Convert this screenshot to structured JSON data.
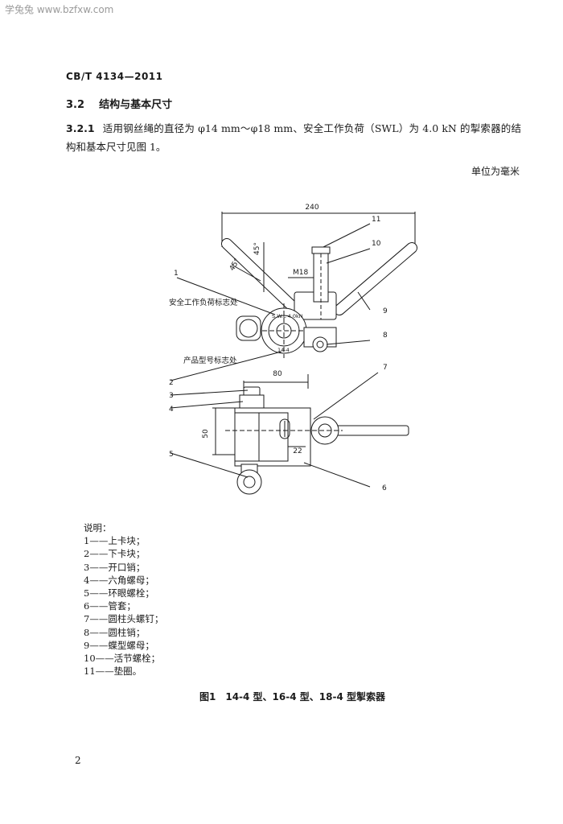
{
  "watermark": "学兔兔 www.bzfxw.com",
  "header": {
    "standard_number": "CB/T 4134—2011"
  },
  "section": {
    "number": "3.2",
    "title": "结构与基本尺寸"
  },
  "paragraph": {
    "number": "3.2.1",
    "text": "适用钢丝绳的直径为 φ14 mm～φ18 mm、安全工作负荷（SWL）为 4.0 kN 的掣索器的结构和基本尺寸见图 1。"
  },
  "unit_note": "单位为毫米",
  "figure": {
    "dimensions": {
      "overall_width": "240",
      "upper_width": "80",
      "height": "50",
      "bottom_offset": "22",
      "thread": "M18",
      "angle_a": "45°",
      "angle_b": "45°"
    },
    "callouts": [
      "1",
      "2",
      "3",
      "4",
      "5",
      "6",
      "7",
      "8",
      "9",
      "10",
      "11"
    ],
    "annotations": {
      "safety_load_mark": "安全工作负荷标志处",
      "model_mark": "产品型号标志处",
      "plate_text_top": "S.W.L 4.0kN",
      "plate_text_bottom": "14-4"
    }
  },
  "legend": {
    "title": "说明：",
    "items": [
      "1——上卡块；",
      "2——下卡块；",
      "3——开口销；",
      "4——六角螺母；",
      "5——环眼螺栓；",
      "6——管套；",
      "7——圆柱头螺钉；",
      "8——圆柱销；",
      "9——蝶型螺母；",
      "10——活节螺栓；",
      "11——垫圈。"
    ]
  },
  "caption": "图1　14-4 型、16-4 型、18-4 型掣索器",
  "page_number": "2"
}
